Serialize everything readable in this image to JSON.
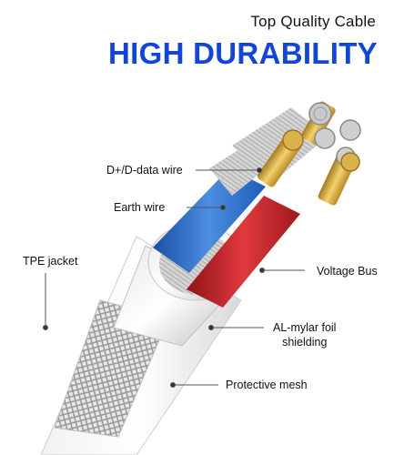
{
  "header": {
    "subtitle": "Top Quality Cable",
    "title": "HIGH DURABILITY"
  },
  "labels": {
    "data_wire": "D+/D-data wire",
    "earth_wire": "Earth wire",
    "tpe_jacket": "TPE jacket",
    "voltage_bus": "Voltage Bus",
    "mylar_line1": "AL-mylar foil",
    "mylar_line2": "shielding",
    "mesh": "Protective mesh"
  },
  "colors": {
    "title": "#1247d6",
    "wire_blue": "#2f6fc9",
    "wire_red": "#c8262a",
    "gold": "#d9b24a"
  }
}
